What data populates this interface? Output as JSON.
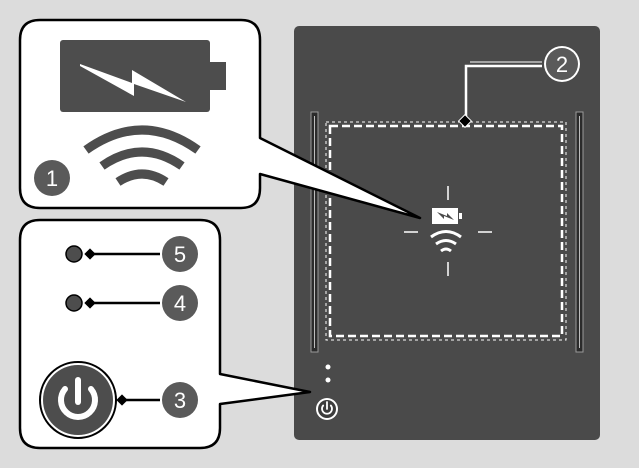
{
  "callouts": {
    "one": "1",
    "two": "2",
    "three": "3",
    "four": "4",
    "five": "5"
  },
  "icons": {
    "battery": "battery-charging-icon",
    "wireless": "wireless-charging-icon",
    "power": "power-icon",
    "led": "indicator-led-icon"
  },
  "colors": {
    "background": "#dcdcdc",
    "device": "#4a4a4a",
    "icon_dark": "#4d4d4d",
    "badge": "#5a5a5a",
    "white": "#ffffff"
  }
}
